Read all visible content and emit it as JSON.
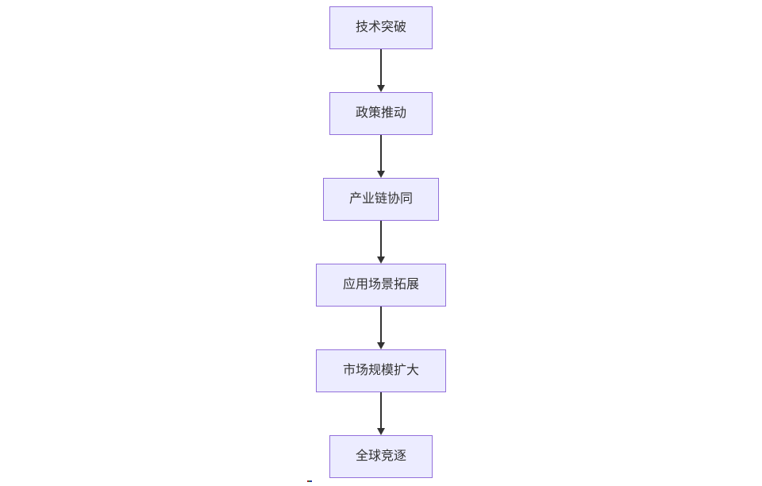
{
  "diagram": {
    "type": "flowchart",
    "direction": "top-down",
    "nodes": [
      {
        "id": "n1",
        "label": "技术突破"
      },
      {
        "id": "n2",
        "label": "政策推动"
      },
      {
        "id": "n3",
        "label": "产业链协同"
      },
      {
        "id": "n4",
        "label": "应用场景拓展"
      },
      {
        "id": "n5",
        "label": "市场规模扩大"
      },
      {
        "id": "n6",
        "label": "全球竞逐"
      }
    ],
    "edges": [
      {
        "from": "n1",
        "to": "n2",
        "style": "arrow-down"
      },
      {
        "from": "n2",
        "to": "n3",
        "style": "arrow-down"
      },
      {
        "from": "n3",
        "to": "n4",
        "style": "arrow-down"
      },
      {
        "from": "n4",
        "to": "n5",
        "style": "arrow-down"
      },
      {
        "from": "n5",
        "to": "n6",
        "style": "arrow-down"
      }
    ],
    "colors": {
      "background": "#FFFFFF",
      "node_fill": "#ECECFF",
      "node_border": "#9370DB",
      "arrow": "#333333",
      "text": "#333333"
    }
  }
}
